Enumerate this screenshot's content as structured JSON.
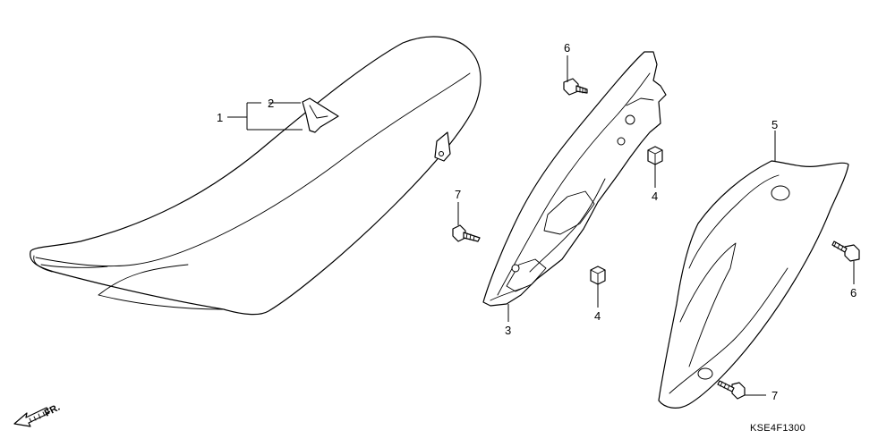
{
  "callouts": {
    "c1": "1",
    "c2": "2",
    "c3": "3",
    "c4a": "4",
    "c4b": "4",
    "c5": "5",
    "c6a": "6",
    "c6b": "6",
    "c7a": "7",
    "c7b": "7"
  },
  "direction_label": "FR.",
  "diagram_code": "KSE4F1300"
}
